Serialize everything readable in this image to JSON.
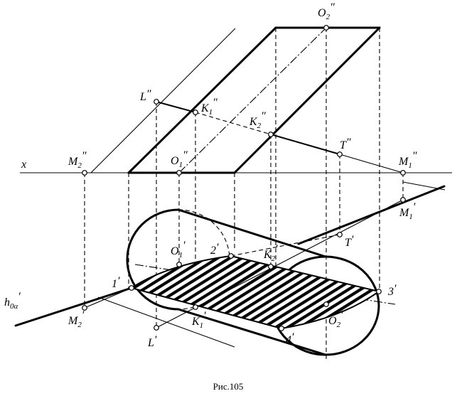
{
  "figure": {
    "caption": "Рис.105",
    "labels": {
      "O2pp": {
        "base": "O",
        "sub": "2",
        "prime": "″"
      },
      "Lpp": {
        "base": "L",
        "sub": "",
        "prime": "″"
      },
      "K1pp": {
        "base": "K",
        "sub": "1",
        "prime": "″"
      },
      "K2pp": {
        "base": "K",
        "sub": "2",
        "prime": "″"
      },
      "Tpp": {
        "base": "T",
        "sub": "",
        "prime": "″"
      },
      "x": {
        "base": "x",
        "sub": "",
        "prime": ""
      },
      "M2pp": {
        "base": "M",
        "sub": "2",
        "prime": "″"
      },
      "O1pp": {
        "base": "O",
        "sub": "1",
        "prime": "″"
      },
      "M1pp": {
        "base": "M",
        "sub": "1",
        "prime": "″"
      },
      "M1p": {
        "base": "M",
        "sub": "1",
        "prime": "′"
      },
      "Tp": {
        "base": "T",
        "sub": "",
        "prime": "′"
      },
      "O1p": {
        "base": "O",
        "sub": "1",
        "prime": "′"
      },
      "p2": {
        "base": "2",
        "sub": "",
        "prime": "′"
      },
      "K2p": {
        "base": "K",
        "sub": "2",
        "prime": "′"
      },
      "p1": {
        "base": "1",
        "sub": "",
        "prime": "′"
      },
      "p3": {
        "base": "3",
        "sub": "",
        "prime": "′"
      },
      "h0a": {
        "base": "h",
        "sub": "0α",
        "prime": "′"
      },
      "M2p": {
        "base": "M",
        "sub": "2",
        "prime": "′"
      },
      "K1p": {
        "base": "K",
        "sub": "1",
        "prime": "′"
      },
      "O2p": {
        "base": "O",
        "sub": "2",
        "prime": "′"
      },
      "p4": {
        "base": "4",
        "sub": "",
        "prime": "′"
      },
      "Lp": {
        "base": "L",
        "sub": "",
        "prime": "′"
      }
    }
  }
}
